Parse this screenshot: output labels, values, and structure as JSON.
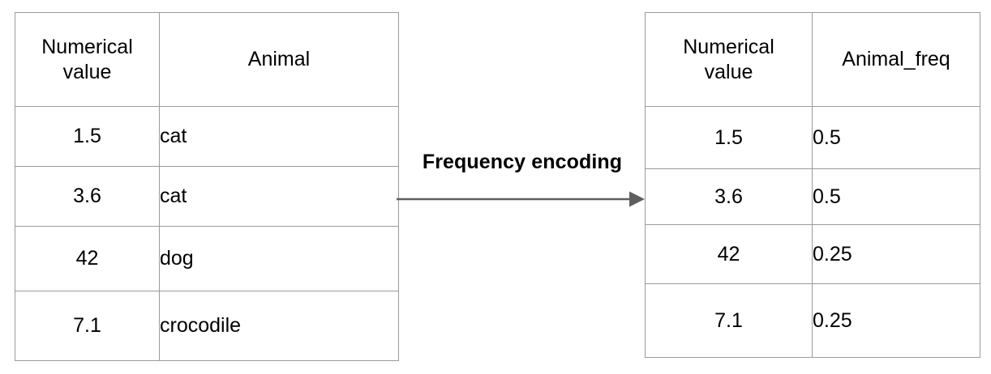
{
  "diagram": {
    "title_text": "Frequency encoding",
    "arrow": {
      "name": "rightward-arrow",
      "color": "#5f5f5f",
      "direction": "left-to-right"
    },
    "border_color": "#9b9b9b",
    "text_color": "#000000",
    "background_color": "#ffffff"
  },
  "source_table": {
    "name": "original-data-table",
    "headers": [
      "Numerical value",
      "Animal"
    ],
    "header_lines": [
      [
        "Numerical",
        "value"
      ],
      [
        "Animal"
      ]
    ],
    "rows": [
      {
        "numerical_value": "1.5",
        "animal": "cat"
      },
      {
        "numerical_value": "3.6",
        "animal": "cat"
      },
      {
        "numerical_value": "42",
        "animal": "dog"
      },
      {
        "numerical_value": "7.1",
        "animal": "crocodile"
      }
    ]
  },
  "encoded_table": {
    "name": "frequency-encoded-table",
    "headers": [
      "Numerical value",
      "Animal_freq"
    ],
    "header_lines": [
      [
        "Numerical",
        "value"
      ],
      [
        "Animal_freq"
      ]
    ],
    "rows": [
      {
        "numerical_value": "1.5",
        "animal_freq": "0.5"
      },
      {
        "numerical_value": "3.6",
        "animal_freq": "0.5"
      },
      {
        "numerical_value": "42",
        "animal_freq": "0.25"
      },
      {
        "numerical_value": "7.1",
        "animal_freq": "0.25"
      }
    ]
  }
}
